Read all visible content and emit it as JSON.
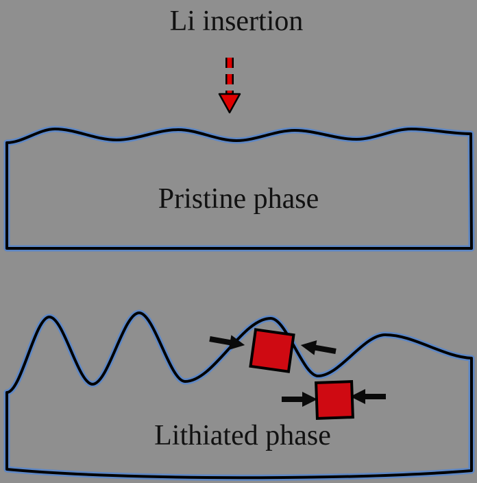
{
  "labels": {
    "li_insertion": "Li insertion",
    "pristine": "Pristine phase",
    "lithiated": "Lithiated phase"
  },
  "colors": {
    "background": "#8f8f8f",
    "phase_outline_blue": "#5d87c6",
    "phase_outline_black": "#000000",
    "insertion_arrow_red": "#e00000",
    "stress_square_red": "#cf0a12",
    "compression_arrow_black": "#0a0a0a",
    "text": "#111111"
  },
  "icons": {
    "li_insertion_arrow": "dashed-down-arrow-icon",
    "compression_arrows": "inward-arrow-pair-icon"
  }
}
